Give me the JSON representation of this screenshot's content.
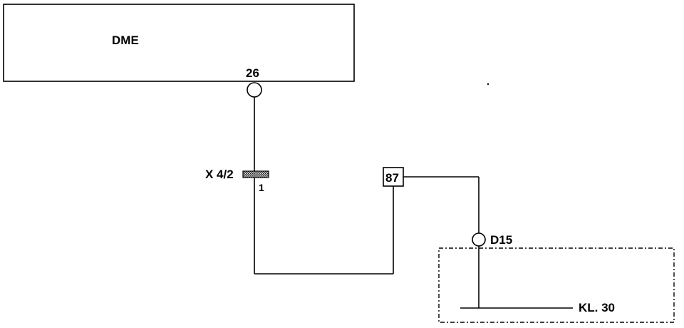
{
  "diagram": {
    "module": {
      "label": "DME"
    },
    "pin": {
      "label": "26"
    },
    "connector": {
      "label": "X 4/2",
      "pin_label": "1"
    },
    "relay": {
      "label": "87"
    },
    "node": {
      "label": "D15"
    },
    "supply": {
      "label": "KL. 30"
    }
  }
}
